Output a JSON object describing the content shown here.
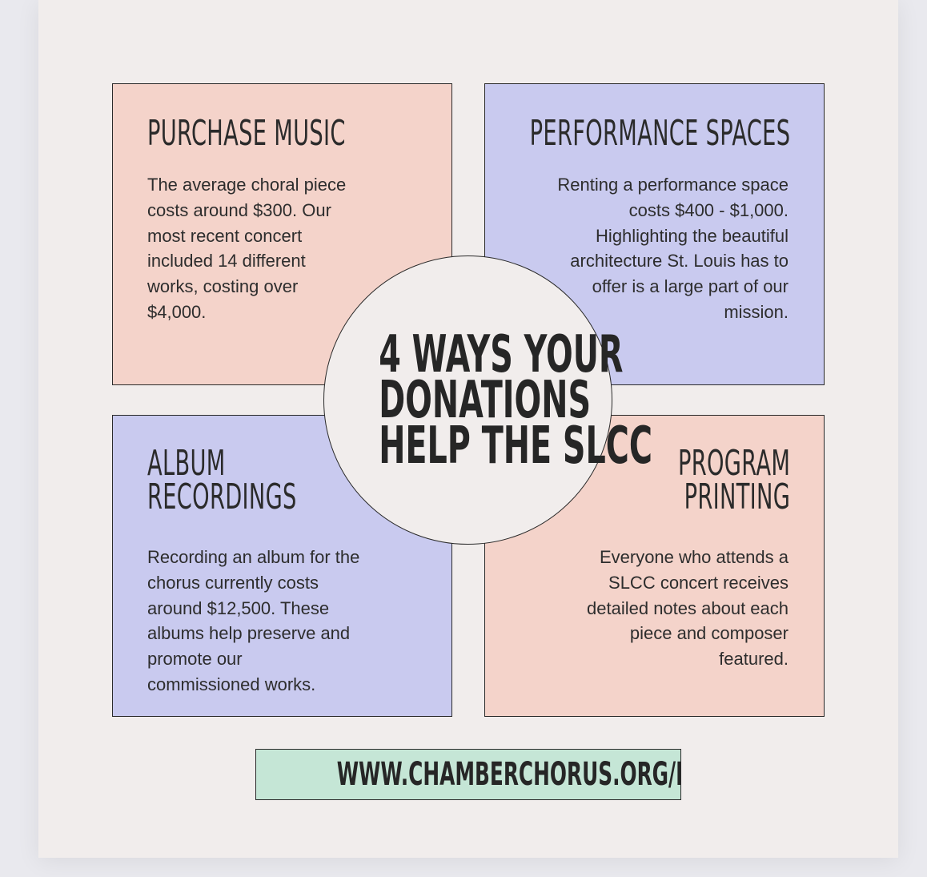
{
  "center": {
    "title_lines": [
      "4 WAYS YOUR",
      "DONATIONS",
      "HELP THE SLCC"
    ]
  },
  "cards": {
    "purchase_music": {
      "title_lines": [
        "PURCHASE MUSIC"
      ],
      "body_lines": [
        "The average choral piece",
        "costs around $300. Our",
        "most recent concert",
        "included 14 different",
        "works, costing over",
        "$4,000."
      ]
    },
    "performance_spaces": {
      "title_lines": [
        "PERFORMANCE SPACES"
      ],
      "body_lines": [
        "Renting a performance space",
        "costs $400 - $1,000.",
        "Highlighting the beautiful",
        "architecture St. Louis has to",
        "offer is a large part of our",
        "mission."
      ]
    },
    "album_recordings": {
      "title_lines": [
        "ALBUM",
        "RECORDINGS"
      ],
      "body_lines": [
        "Recording an album for the",
        "chorus currently costs",
        "around $12,500. These",
        "albums help preserve and",
        "promote our",
        "commissioned works."
      ]
    },
    "program_printing": {
      "title_lines": [
        "PROGRAM",
        "PRINTING"
      ],
      "body_lines": [
        "Everyone who attends a",
        "SLCC concert receives",
        "detailed notes about each",
        "piece and composer",
        "featured."
      ]
    }
  },
  "footer": {
    "url": "WWW.CHAMBERCHORUS.ORG/DONATE"
  },
  "colors": {
    "pink_card": "#f4d3ca",
    "blue_card": "#c9caef",
    "url_box": "#c5e6d6",
    "background": "#f1edec",
    "text": "#2b2b2b"
  }
}
